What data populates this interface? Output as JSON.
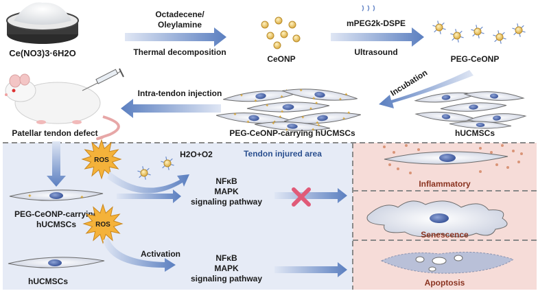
{
  "top": {
    "precursor": "Ce(NO3)3·6H2O",
    "step1_line1": "Octadecene/",
    "step1_line2": "Oleylamine",
    "step1_line3": "Thermal decomposition",
    "ceonp": "CeONP",
    "step2_line1": "mPEG2k-DSPE",
    "step2_line2": "Ultrasound",
    "peg_ceonp": "PEG-CeONP",
    "incubation": "Incubation",
    "injection": "Intra-tendon injection",
    "carrying_cells": "PEG-CeONP-carrying hUCMSCs",
    "hucmscs": "hUCMSCs",
    "defect": "Patellar tendon defect"
  },
  "bottom": {
    "area_title": "Tendon injured area",
    "ros1": "ROS",
    "ros2": "ROS",
    "h2o_o2": "H2O+O2",
    "path1": [
      "NFκB",
      "MAPK",
      "signaling pathway"
    ],
    "path2": [
      "NFκB",
      "MAPK",
      "signaling pathway"
    ],
    "carrying_line1": "PEG-CeONP-carrying",
    "carrying_line2": "hUCMSCs",
    "activation": "Activation",
    "hucmscs": "hUCMSCs",
    "outcomes": [
      "Inflammatory",
      "Senescence",
      "Apoptosis"
    ]
  },
  "colors": {
    "panel_blue": "#e6ebf6",
    "panel_pink": "#f6dcd8",
    "arrow_blue": "#5b7fc0",
    "cross": "#e05a78",
    "ros": "#f4b23a"
  }
}
